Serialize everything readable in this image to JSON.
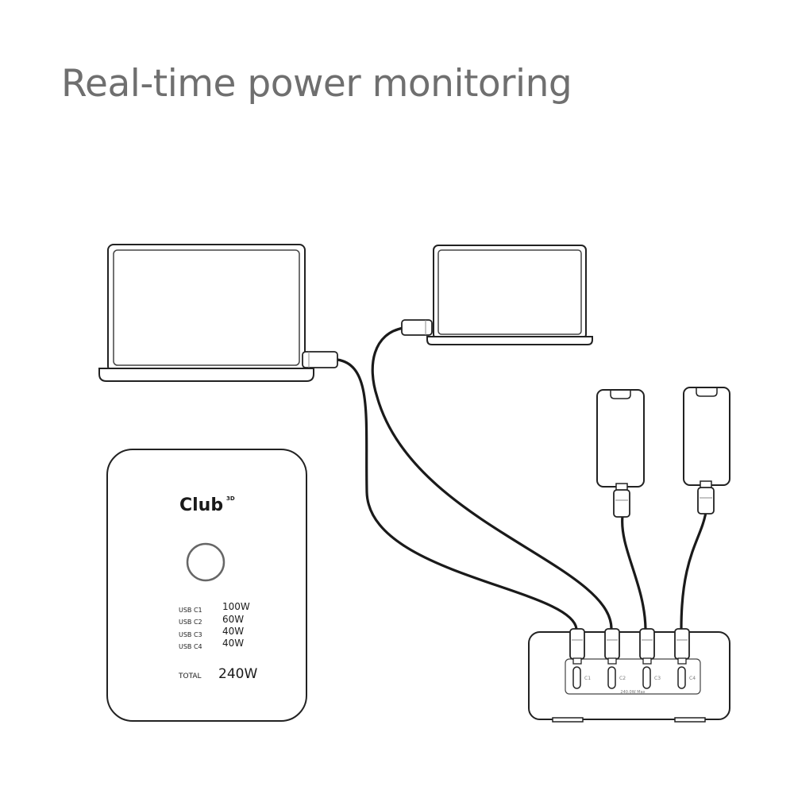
{
  "headline": "Real-time power monitoring",
  "display": {
    "brand": "Club",
    "brand_sup": "3D",
    "rows": [
      {
        "label": "USB C1",
        "value": "100W"
      },
      {
        "label": "USB C2",
        "value": "60W"
      },
      {
        "label": "USB C3",
        "value": "40W"
      },
      {
        "label": "USB C4",
        "value": "40W"
      }
    ],
    "total_label": "TOTAL",
    "total_value": "240W"
  },
  "charger": {
    "ports": [
      "C1",
      "C2",
      "C3",
      "C4"
    ],
    "max_label": "240.0W Max"
  },
  "colors": {
    "headline": "#6f6f6f",
    "line": "#1a1a1a",
    "device_fill": "#ffffff"
  }
}
